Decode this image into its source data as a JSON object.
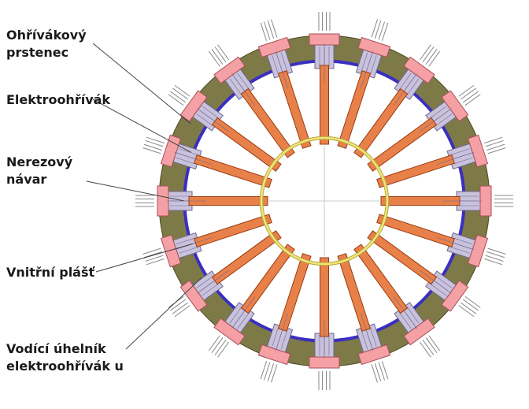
{
  "labels": {
    "heater_ring": [
      "Ohřívákový",
      "prstenec"
    ],
    "electric_heater": [
      "Elektroohřívák"
    ],
    "stainless_cladding": [
      "Nerezový",
      "návar"
    ],
    "inner_shell": [
      "Vnitřní plášť"
    ],
    "heater_guide_angle": [
      "Vodící úhelník",
      "elektroohřívák u"
    ]
  },
  "colors": {
    "ring": "#7d7a48",
    "ring_edge": "#4a4a22",
    "weld": "#3a2fc0",
    "heater": "#e8804a",
    "heater_edge": "#9a3c10",
    "guide": "#c9c2dc",
    "guide_edge": "#6e6890",
    "flange": "#f4a0a4",
    "flange_edge": "#a85058",
    "inner_shell": "#efe57a",
    "inner_shell_edge": "#b8a83a",
    "leader": "#444444",
    "wire": "#888888",
    "center_line": "#bbbbbb"
  }
}
